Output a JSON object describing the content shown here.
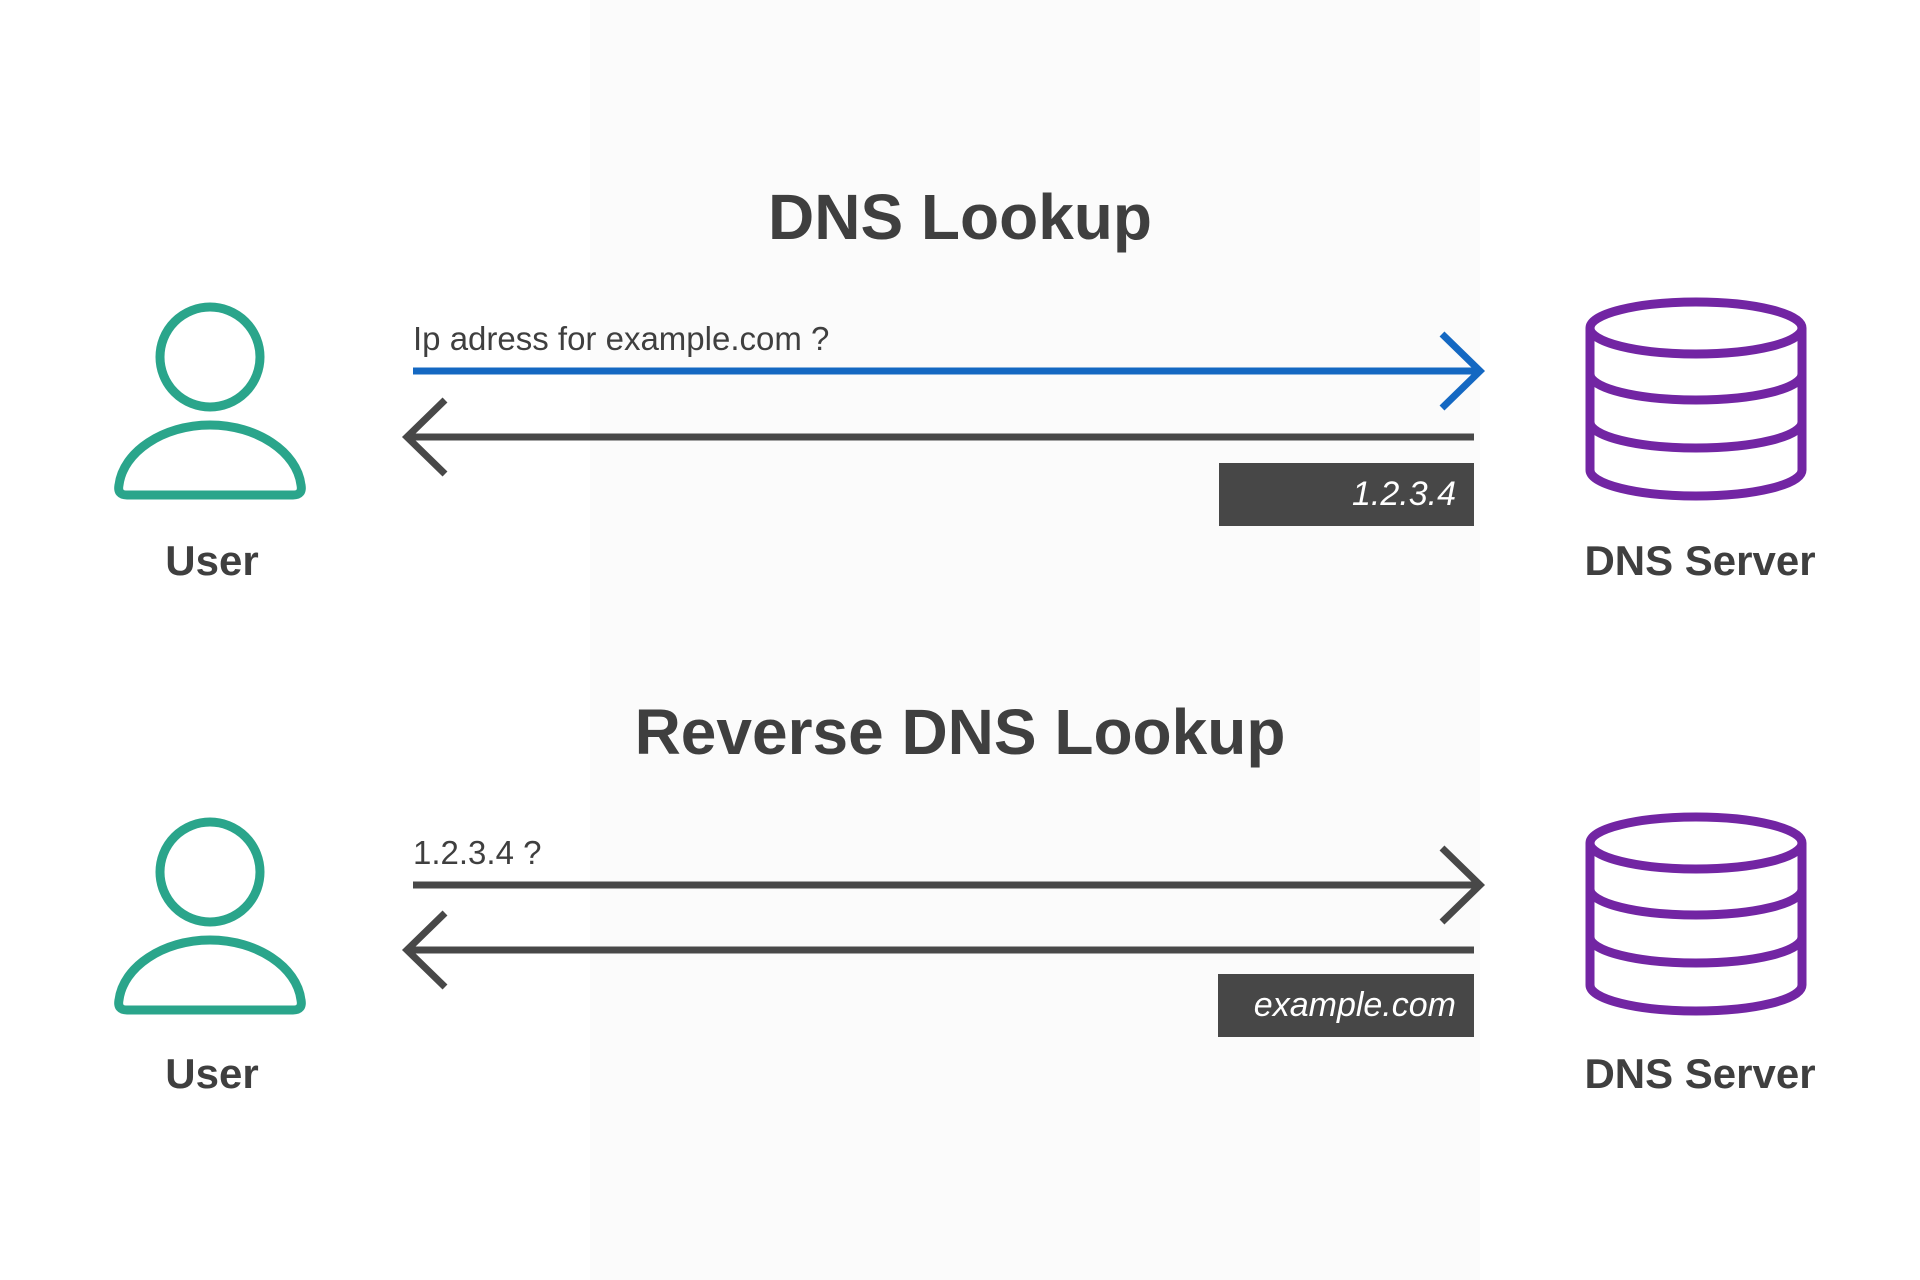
{
  "colors": {
    "user": "#2aa58b",
    "server": "#7225a3",
    "request_forward": "#1468c2",
    "arrow_dark": "#484848",
    "text": "#3f3f3f",
    "reply_box": "#474747"
  },
  "icons": {
    "user": "user-icon",
    "server": "database-icon"
  },
  "dns_lookup": {
    "title": "DNS Lookup",
    "user_label": "User",
    "server_label": "DNS Server",
    "request": "Ip adress for example.com ?",
    "response": "1.2.3.4"
  },
  "reverse_dns_lookup": {
    "title": "Reverse DNS Lookup",
    "user_label": "User",
    "server_label": "DNS Server",
    "request": "1.2.3.4 ?",
    "response": "example.com"
  }
}
